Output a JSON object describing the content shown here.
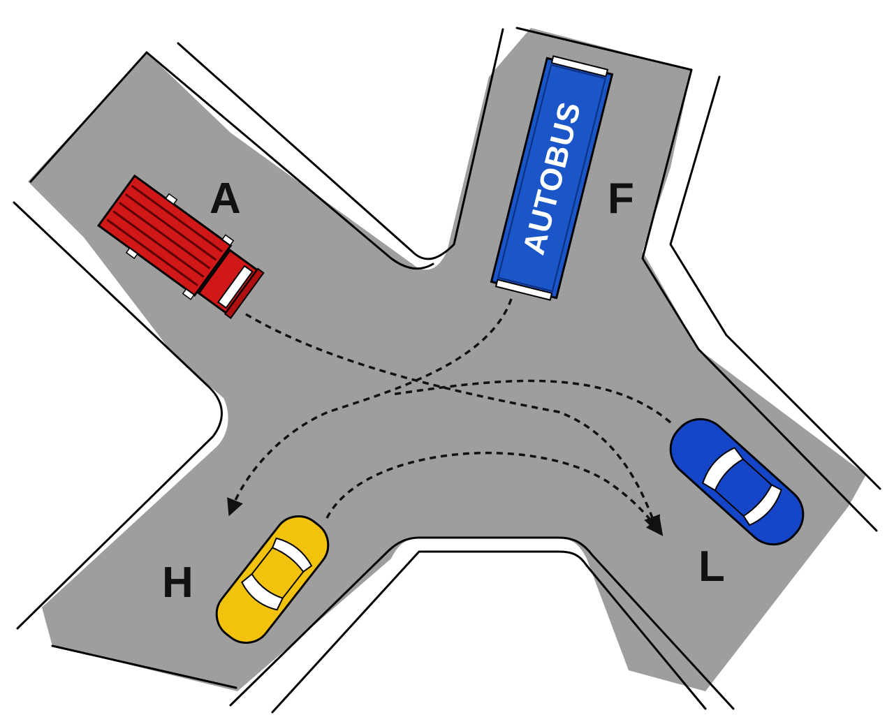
{
  "labels": {
    "a": "A",
    "f": "F",
    "h": "H",
    "l": "L"
  },
  "bus": {
    "text": "AUTOBUS"
  },
  "colors": {
    "road": "#9e9e9e",
    "truck": "#d01818",
    "bus": "#1b56c8",
    "blue_car": "#1646c8",
    "yellow_car": "#f2c20c",
    "path": "#111111"
  },
  "vehicles": [
    {
      "id": "A",
      "type": "truck",
      "color": "red"
    },
    {
      "id": "F",
      "type": "bus",
      "color": "blue"
    },
    {
      "id": "L",
      "type": "car",
      "color": "blue"
    },
    {
      "id": "H",
      "type": "car",
      "color": "yellow"
    }
  ],
  "paths": [
    {
      "from": "A",
      "to": "L"
    },
    {
      "from": "F",
      "to": "H"
    },
    {
      "from": "L",
      "to": "A"
    },
    {
      "from": "H",
      "to": "L"
    }
  ]
}
